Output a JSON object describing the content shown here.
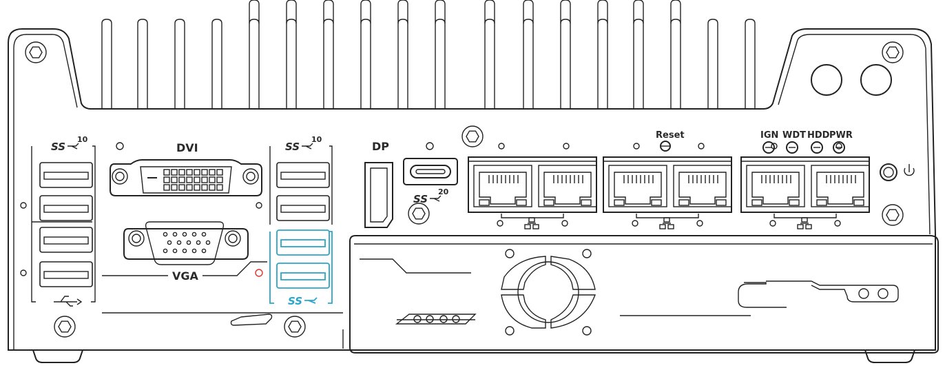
{
  "labels": {
    "usb_left_top_logo": "10",
    "usb_mid_top_logo": "10",
    "usbc_logo": "20",
    "dvi": "DVI",
    "vga": "VGA",
    "dp": "DP",
    "reset": "Reset",
    "ign": "IGN",
    "wdt": "WDT",
    "hdd": "HDD",
    "pwr": "PWR"
  },
  "colors": {
    "outline": "#222222",
    "highlight_usb": "#2aa6c9",
    "red_led": "#e03030",
    "background": "#ffffff"
  },
  "icons": [
    "superspeed-usb-icon",
    "usb-icon",
    "power-icon",
    "screw-icon",
    "led-icon",
    "fan-grille-icon"
  ],
  "counts": {
    "usb_a_ports": 8,
    "rj45_ports": 6,
    "status_leds": 4
  }
}
